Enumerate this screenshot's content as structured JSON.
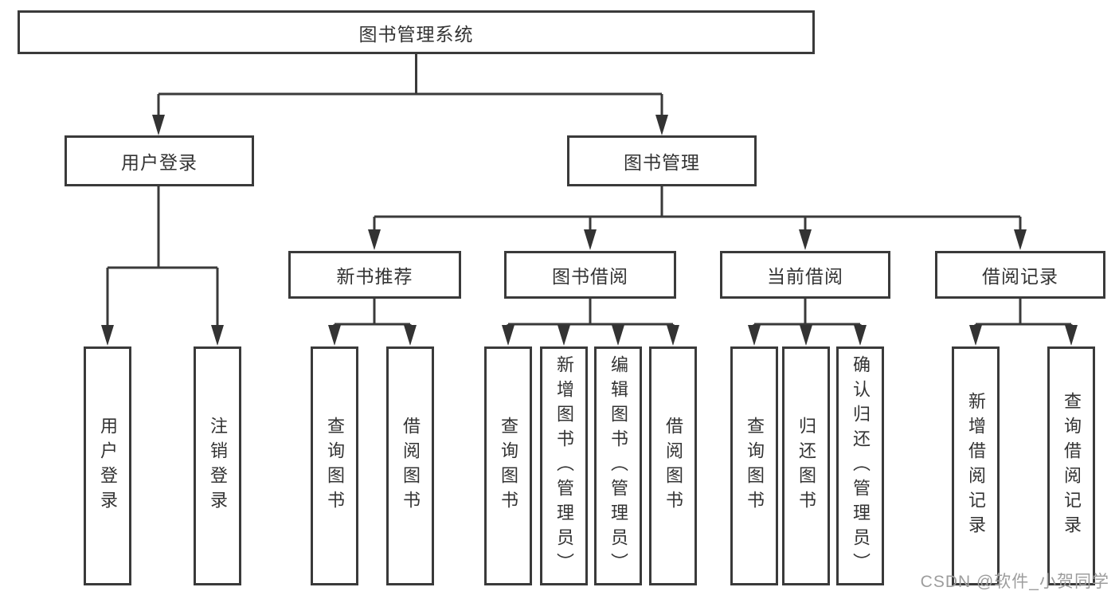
{
  "diagram": {
    "title": "图书管理系统",
    "type": "hierarchy-tree"
  },
  "nodes": {
    "root": {
      "label": "图书管理系统"
    },
    "user_login": {
      "label": "用户登录"
    },
    "book_mgmt": {
      "label": "图书管理"
    },
    "new_book": {
      "label": "新书推荐"
    },
    "book_borrow": {
      "label": "图书借阅"
    },
    "current_borrow": {
      "label": "当前借阅"
    },
    "borrow_record": {
      "label": "借阅记录"
    },
    "leaf_user_login": {
      "label": "用户登录"
    },
    "leaf_logout": {
      "label": "注销登录"
    },
    "leaf_query_book_1": {
      "label": "查询图书"
    },
    "leaf_borrow_book_1": {
      "label": "借阅图书"
    },
    "leaf_query_book_2": {
      "label": "查询图书"
    },
    "leaf_add_book": {
      "label": "新增图书（管理员）"
    },
    "leaf_edit_book": {
      "label": "编辑图书（管理员）"
    },
    "leaf_borrow_book_2": {
      "label": "借阅图书"
    },
    "leaf_query_book_3": {
      "label": "查询图书"
    },
    "leaf_return_book": {
      "label": "归还图书"
    },
    "leaf_confirm_return": {
      "label": "确认归还（管理员）"
    },
    "leaf_add_record": {
      "label": "新增借阅记录"
    },
    "leaf_query_record": {
      "label": "查询借阅记录"
    }
  },
  "edges": [
    {
      "from": "图书管理系统",
      "to": [
        "用户登录",
        "图书管理"
      ]
    },
    {
      "from": "用户登录",
      "to": [
        "用户登录",
        "注销登录"
      ]
    },
    {
      "from": "图书管理",
      "to": [
        "新书推荐",
        "图书借阅",
        "当前借阅",
        "借阅记录"
      ]
    },
    {
      "from": "新书推荐",
      "to": [
        "查询图书",
        "借阅图书"
      ]
    },
    {
      "from": "图书借阅",
      "to": [
        "查询图书",
        "新增图书（管理员）",
        "编辑图书（管理员）",
        "借阅图书"
      ]
    },
    {
      "from": "当前借阅",
      "to": [
        "查询图书",
        "归还图书",
        "确认归还（管理员）"
      ]
    },
    {
      "from": "借阅记录",
      "to": [
        "新增借阅记录",
        "查询借阅记录"
      ]
    }
  ],
  "watermark": "CSDN @软件_小贺同学",
  "colors": {
    "line": "#3a3a3a",
    "text": "#333333",
    "watermark": "#9d9d9d",
    "background": "#ffffff"
  }
}
